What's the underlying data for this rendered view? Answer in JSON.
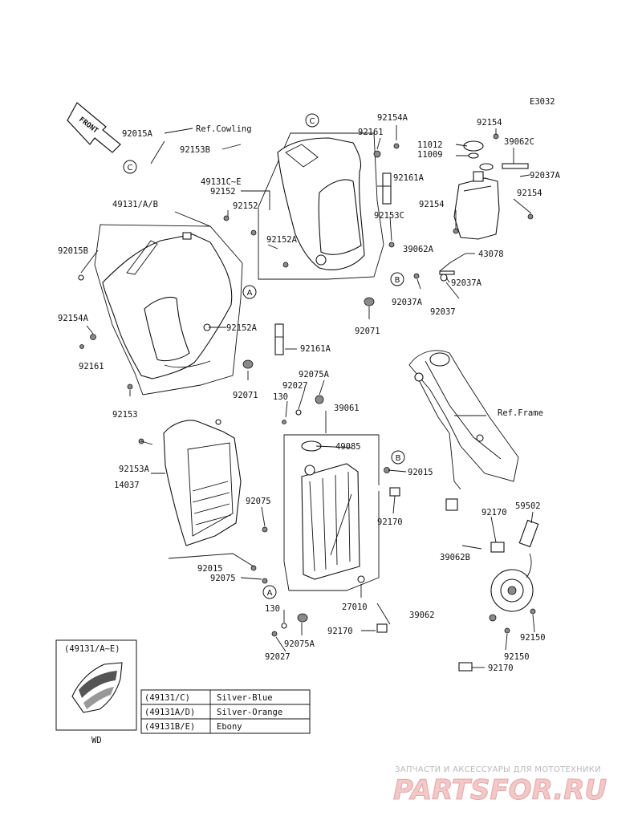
{
  "diagram_code": "E3032",
  "front_label": "FRONT",
  "ref_labels": {
    "cowling": "Ref.Cowling",
    "frame": "Ref.Frame"
  },
  "circle_markers": {
    "a": "A",
    "b": "B",
    "c": "C"
  },
  "parts": {
    "p92015A": "92015A",
    "p92153B": "92153B",
    "p49131CE": "49131C~E",
    "p92152_top": "92152",
    "p49131AB": "49131/A/B",
    "p92152_mid": "92152",
    "p92015B": "92015B",
    "p92152A_top": "92152A",
    "p92154A_left": "92154A",
    "p92161_left": "92161",
    "p92152A_mid": "92152A",
    "p92161A_mid": "92161A",
    "p92071_left": "92071",
    "p92153_left": "92153",
    "p92154A_top": "92154A",
    "p92161_top": "92161",
    "p92161A_top": "92161A",
    "p92153C": "92153C",
    "p92071_mid": "92071",
    "p92154_top": "92154",
    "p11012": "11012",
    "p11009": "11009",
    "p39062C": "39062C",
    "p92037A_1": "92037A",
    "p92154_r": "92154",
    "p92154_tank": "92154",
    "p39062A": "39062A",
    "p43078": "43078",
    "p92037A_2": "92037A",
    "p92037A_3": "92037A",
    "p92037": "92037",
    "p92075A_top": "92075A",
    "p92027_top": "92027",
    "p130_top": "130",
    "p39061": "39061",
    "p49085": "49085",
    "p92015": "92015",
    "p92153A": "92153A",
    "p14037": "14037",
    "p92075_mid": "92075",
    "p92170_mid": "92170",
    "p92170_r": "92170",
    "p59502": "59502",
    "p39062B": "39062B",
    "p92015_bot": "92015",
    "p92075_bot": "92075",
    "p27010": "27010",
    "p39062": "39062",
    "p130_bot": "130",
    "p92170_bot": "92170",
    "p92075A_bot": "92075A",
    "p92027_bot": "92027",
    "p92150_a": "92150",
    "p92150_b": "92150",
    "p92170_end": "92170"
  },
  "inset": {
    "title": "(49131/A~E)",
    "caption": "WD",
    "color_table": [
      {
        "code": "(49131/C)",
        "color": "Silver-Blue"
      },
      {
        "code": "(49131A/D)",
        "color": "Silver-Orange"
      },
      {
        "code": "(49131B/E)",
        "color": "Ebony"
      }
    ]
  },
  "watermark": {
    "line1": "ЗАПЧАСТИ И АКСЕССУАРЫ ДЛЯ МОТОТЕХНИКИ",
    "line2": "PARTSFOR.RU"
  }
}
